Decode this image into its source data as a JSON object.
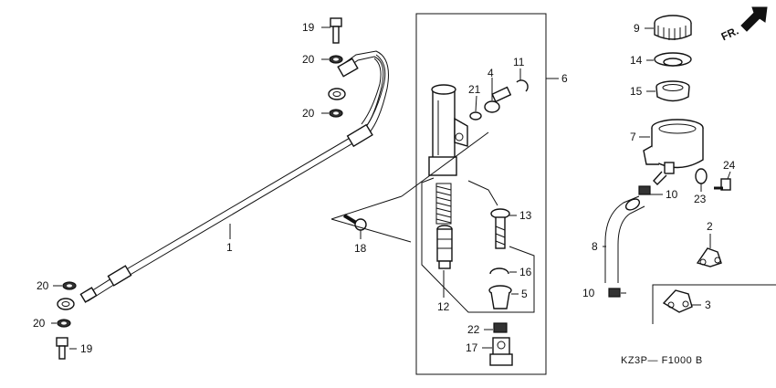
{
  "diagram": {
    "orientation_label": "FR.",
    "diagram_code": "KZ3P— F1000 B",
    "callouts": {
      "c1": "1",
      "c2": "2",
      "c3": "3",
      "c4": "4",
      "c5": "5",
      "c6": "6",
      "c7": "7",
      "c8": "8",
      "c9": "9",
      "c10a": "10",
      "c10b": "10",
      "c11": "11",
      "c12": "12",
      "c13": "13",
      "c14": "14",
      "c15": "15",
      "c16": "16",
      "c17": "17",
      "c18": "18",
      "c19a": "19",
      "c19b": "19",
      "c20a": "20",
      "c20b": "20",
      "c20c": "20",
      "c20d": "20",
      "c21": "21",
      "c22": "22",
      "c23": "23",
      "c24": "24"
    }
  }
}
